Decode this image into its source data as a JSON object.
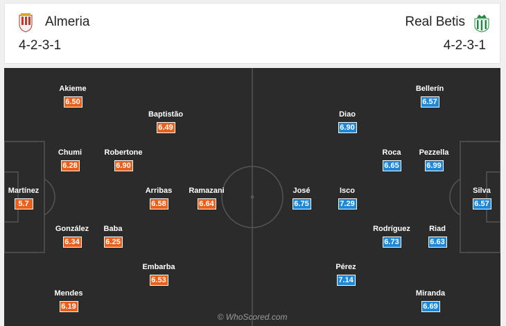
{
  "home": {
    "name": "Almeria",
    "formation": "4-2-3-1",
    "crest_icon": "almeria-crest-icon",
    "color": "#e8601c",
    "players": [
      {
        "name": "Akieme",
        "rating": "6.50"
      },
      {
        "name": "Baptistão",
        "rating": "6.49"
      },
      {
        "name": "Chumi",
        "rating": "6.28"
      },
      {
        "name": "Robertone",
        "rating": "6.90"
      },
      {
        "name": "Martínez",
        "rating": "5.7"
      },
      {
        "name": "Arribas",
        "rating": "6.58"
      },
      {
        "name": "Ramazani",
        "rating": "6.64"
      },
      {
        "name": "González",
        "rating": "6.34"
      },
      {
        "name": "Baba",
        "rating": "6.25"
      },
      {
        "name": "Embarba",
        "rating": "6.53"
      },
      {
        "name": "Mendes",
        "rating": "6.19"
      }
    ]
  },
  "away": {
    "name": "Real Betis",
    "formation": "4-2-3-1",
    "crest_icon": "real-betis-crest-icon",
    "color": "#1f87d6",
    "players": [
      {
        "name": "Bellerín",
        "rating": "6.57"
      },
      {
        "name": "Diao",
        "rating": "6.90"
      },
      {
        "name": "Roca",
        "rating": "6.65"
      },
      {
        "name": "Pezzella",
        "rating": "6.99"
      },
      {
        "name": "José",
        "rating": "6.75"
      },
      {
        "name": "Isco",
        "rating": "7.29"
      },
      {
        "name": "Silva",
        "rating": "6.57"
      },
      {
        "name": "Rodríguez",
        "rating": "6.73"
      },
      {
        "name": "Riad",
        "rating": "6.63"
      },
      {
        "name": "Pérez",
        "rating": "7.14"
      },
      {
        "name": "Miranda",
        "rating": "6.69"
      }
    ]
  },
  "watermark": "© WhoScored.com"
}
